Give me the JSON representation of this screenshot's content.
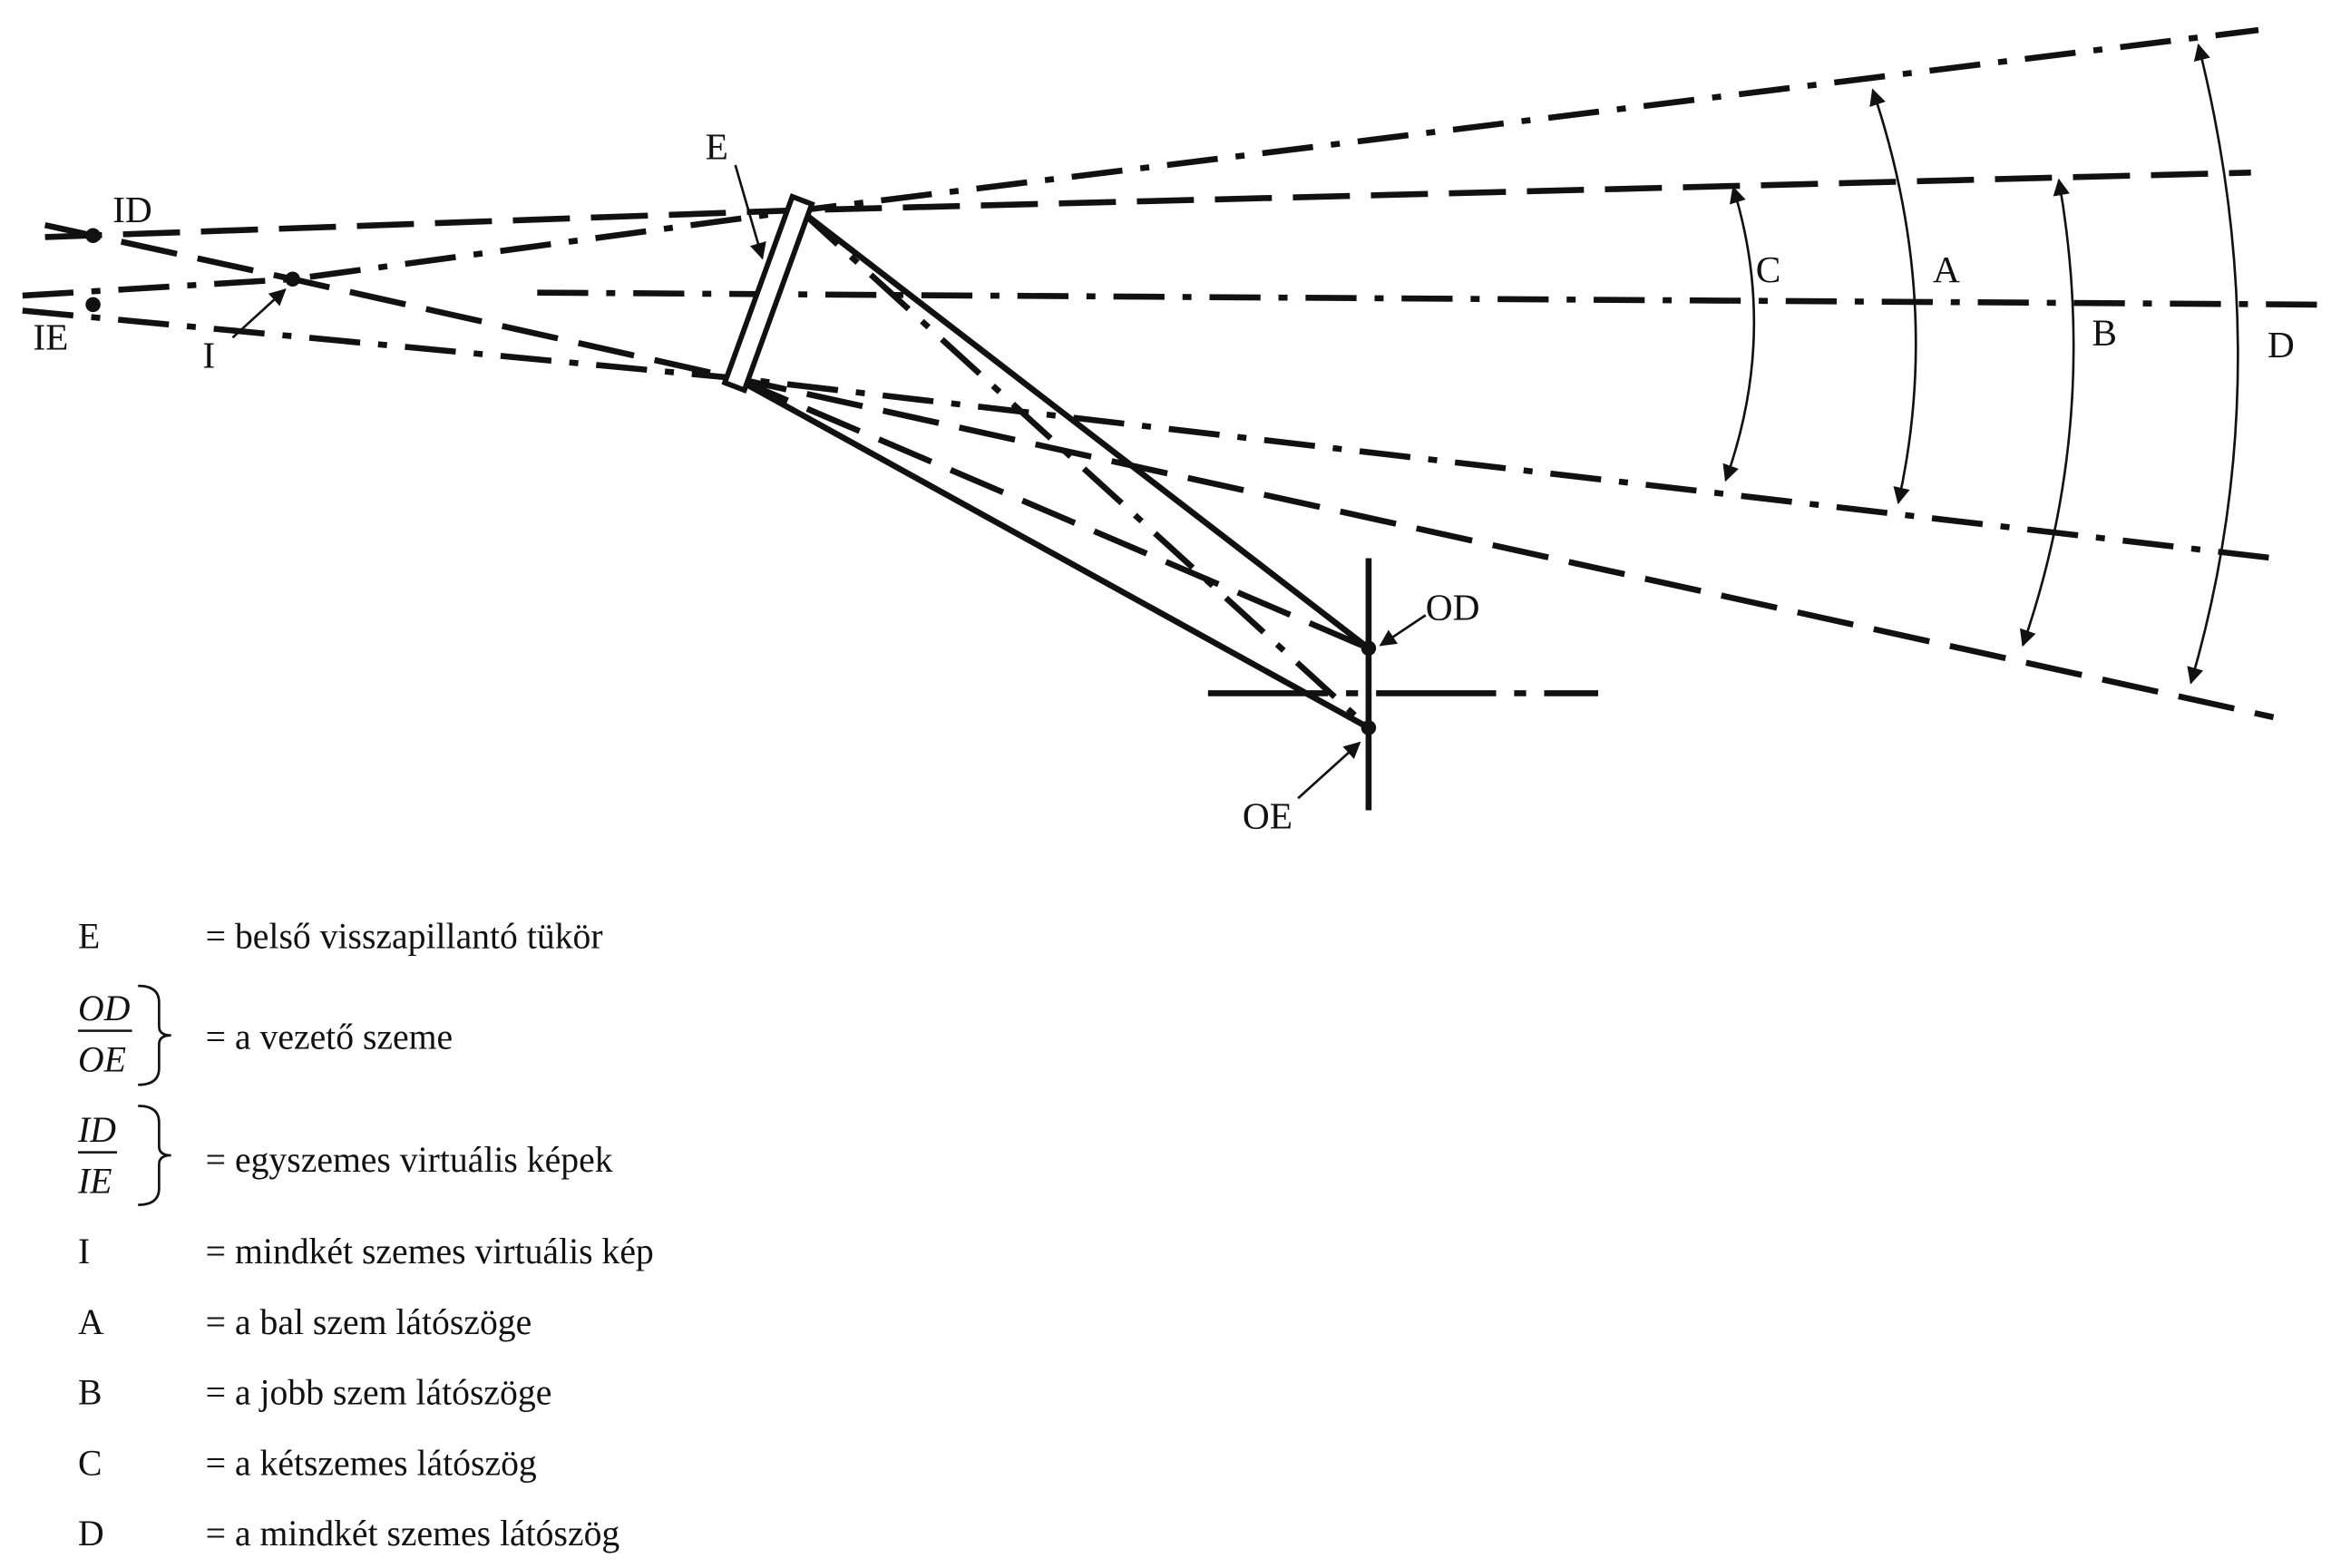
{
  "diagram": {
    "labels": {
      "ID": "ID",
      "IE": "IE",
      "I": "I",
      "E": "E",
      "C": "C",
      "A": "A",
      "B": "B",
      "D": "D",
      "OD": "OD",
      "OE": "OE"
    }
  },
  "legend": [
    {
      "key": "E",
      "text": "= belső visszapillantó tükör"
    },
    {
      "key_top": "OD",
      "key_bottom": "OE",
      "text": "= a vezető szeme"
    },
    {
      "key_top": "ID",
      "key_bottom": "IE",
      "text": "= egyszemes virtuális képek"
    },
    {
      "key": "I",
      "text": "= mindkét szemes virtuális kép"
    },
    {
      "key": "A",
      "text": "= a bal szem látószöge"
    },
    {
      "key": "B",
      "text": "= a jobb szem látószöge"
    },
    {
      "key": "C",
      "text": "= a kétszemes látószög"
    },
    {
      "key": "D",
      "text": "= a mindkét szemes látószög"
    }
  ]
}
